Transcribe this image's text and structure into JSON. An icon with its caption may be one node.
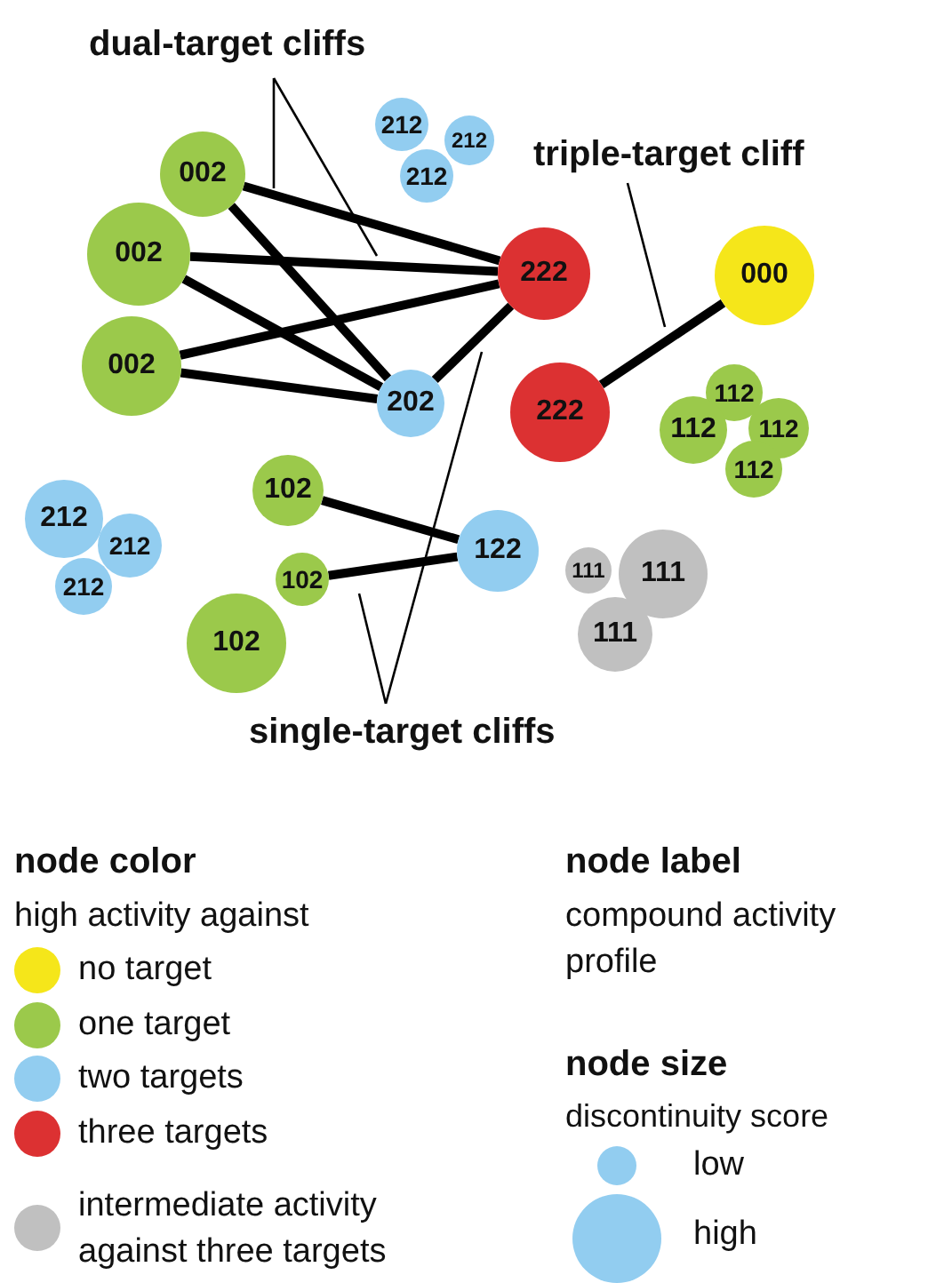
{
  "diagram": {
    "nodes": [
      {
        "text": [
          "002"
        ]
      },
      {
        "text": [
          "002"
        ]
      },
      {
        "text": [
          "002"
        ]
      },
      {
        "text": [
          "212"
        ]
      },
      {
        "text": [
          "212"
        ]
      },
      {
        "text": [
          "212"
        ]
      },
      {
        "text": [
          "222"
        ]
      },
      {
        "text": [
          "202"
        ]
      },
      {
        "text": [
          "000"
        ]
      },
      {
        "text": [
          "222"
        ]
      },
      {
        "text": [
          "112"
        ]
      },
      {
        "text": [
          "112"
        ]
      },
      {
        "text": [
          "112"
        ]
      },
      {
        "text": [
          "112"
        ]
      },
      {
        "text": [
          "212"
        ]
      },
      {
        "text": [
          "212"
        ]
      },
      {
        "text": [
          "212"
        ]
      },
      {
        "text": [
          "102"
        ]
      },
      {
        "text": [
          "102"
        ]
      },
      {
        "text": [
          "122"
        ]
      },
      {
        "text": [
          "111"
        ]
      },
      {
        "text": [
          "111"
        ]
      },
      {
        "text": [
          "111"
        ]
      },
      {
        "text": [
          "102"
        ]
      },
      {
        "text": [
          "dual-target cliffs"
        ]
      },
      {
        "text": [
          "triple-target cliff"
        ]
      },
      {
        "text": [
          "single-target cliffs"
        ]
      }
    ],
    "edges": [
      {
        "from": 0,
        "to": 6,
        "arrow": "none"
      },
      {
        "from": 0,
        "to": 7,
        "arrow": "none"
      },
      {
        "from": 1,
        "to": 6,
        "arrow": "none"
      },
      {
        "from": 1,
        "to": 7,
        "arrow": "none"
      },
      {
        "from": 2,
        "to": 6,
        "arrow": "none"
      },
      {
        "from": 2,
        "to": 7,
        "arrow": "none"
      },
      {
        "from": 7,
        "to": 6,
        "arrow": "none"
      },
      {
        "from": 9,
        "to": 8,
        "arrow": "none"
      },
      {
        "from": 17,
        "to": 19,
        "arrow": "none"
      },
      {
        "from": 18,
        "to": 19,
        "arrow": "none"
      },
      {
        "from": 24,
        "to": null,
        "arrow": "none"
      },
      {
        "from": 24,
        "to": null,
        "arrow": "none"
      },
      {
        "from": 25,
        "to": null,
        "arrow": "none"
      },
      {
        "from": 26,
        "to": null,
        "arrow": "none"
      },
      {
        "from": 26,
        "to": null,
        "arrow": "none"
      }
    ],
    "labels": [
      "node color",
      "high activity against",
      "node label",
      "compound activity profile",
      "node size",
      "discontinuity score"
    ],
    "legend": [
      {
        "text": "no target",
        "color": "#f5e61a"
      },
      {
        "text": "one target",
        "color": "#9bc94b"
      },
      {
        "text": "two targets",
        "color": "#92cdf0"
      },
      {
        "text": "three targets",
        "color": "#dc3132"
      },
      {
        "text": "intermediate activity against three targets",
        "color": "#c0c0c0"
      },
      {
        "text": "low"
      },
      {
        "text": "high"
      }
    ]
  }
}
